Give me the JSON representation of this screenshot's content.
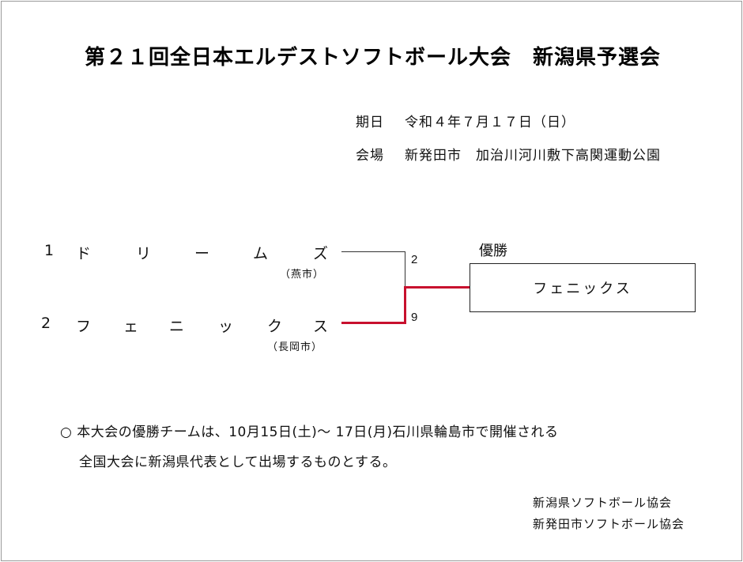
{
  "document": {
    "title": "第２１回全日本エルデストソフトボール大会　新潟県予選会",
    "date": {
      "label": "期日",
      "value": "令和４年７月１７日（日）"
    },
    "venue": {
      "label": "会場",
      "value": "新発田市　加治川河川敷下高関運動公園"
    }
  },
  "bracket": {
    "teams": [
      {
        "seed": "1",
        "chars": [
          "ド",
          "リ",
          "ー",
          "ム",
          "ズ"
        ],
        "name": "ドリームズ",
        "city": "（燕市）",
        "score": "2",
        "winner": false
      },
      {
        "seed": "2",
        "chars": [
          "フ",
          "ェ",
          "ニ",
          "ッ",
          "ク",
          "ス"
        ],
        "name": "フェニックス",
        "city": "（長岡市）",
        "score": "9",
        "winner": true
      }
    ],
    "winner_label": "優勝",
    "winner_name": "フェニックス",
    "colors": {
      "winner_line": "#c8102e",
      "loser_line": "#333333"
    }
  },
  "notes": {
    "line1": "○ 本大会の優勝チームは、10月15日(土)～ 17日(月)石川県輪島市で開催される",
    "line2": "全国大会に新潟県代表として出場するものとする。"
  },
  "organizers": [
    "新潟県ソフトボール協会",
    "新発田市ソフトボール協会"
  ]
}
